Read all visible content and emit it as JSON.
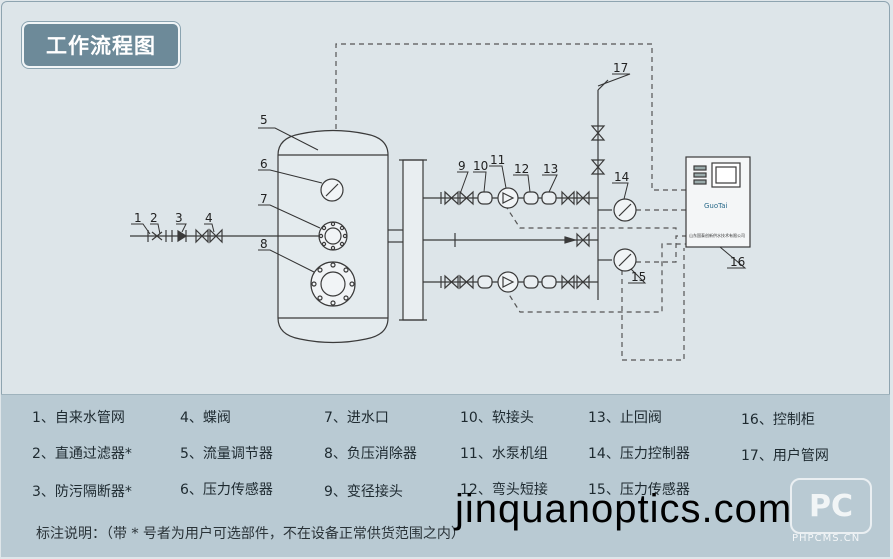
{
  "title": "工作流程图",
  "callouts": [
    "1",
    "2",
    "3",
    "4",
    "5",
    "6",
    "7",
    "8",
    "9",
    "10",
    "11",
    "12",
    "13",
    "14",
    "15",
    "16",
    "17"
  ],
  "panel_brand": "山东国泰创新供水技术有限公司",
  "legend": [
    "1、自来水管网",
    "4、蝶阀",
    "7、进水口",
    "10、软接头",
    "13、止回阀",
    "16、控制柜",
    "2、直通过滤器*",
    "5、流量调节器",
    "8、负压消除器",
    "11、水泵机组",
    "14、压力控制器",
    "17、用户管网",
    "3、防污隔断器*",
    "6、压力传感器",
    "9、变径接头",
    "12、弯头短接",
    "15、压力传感器"
  ],
  "note": "标注说明：（带 * 号者为用户可选部件，不在设备正常供货范围之内）",
  "watermark": "jinquanoptics.com",
  "logo_text": "PC",
  "logo_caption": "PHPCMS.CN",
  "colors": {
    "title_bg": "#6d8a99",
    "legend_bg": "#b9cad3",
    "line": "#3a3a3a"
  }
}
